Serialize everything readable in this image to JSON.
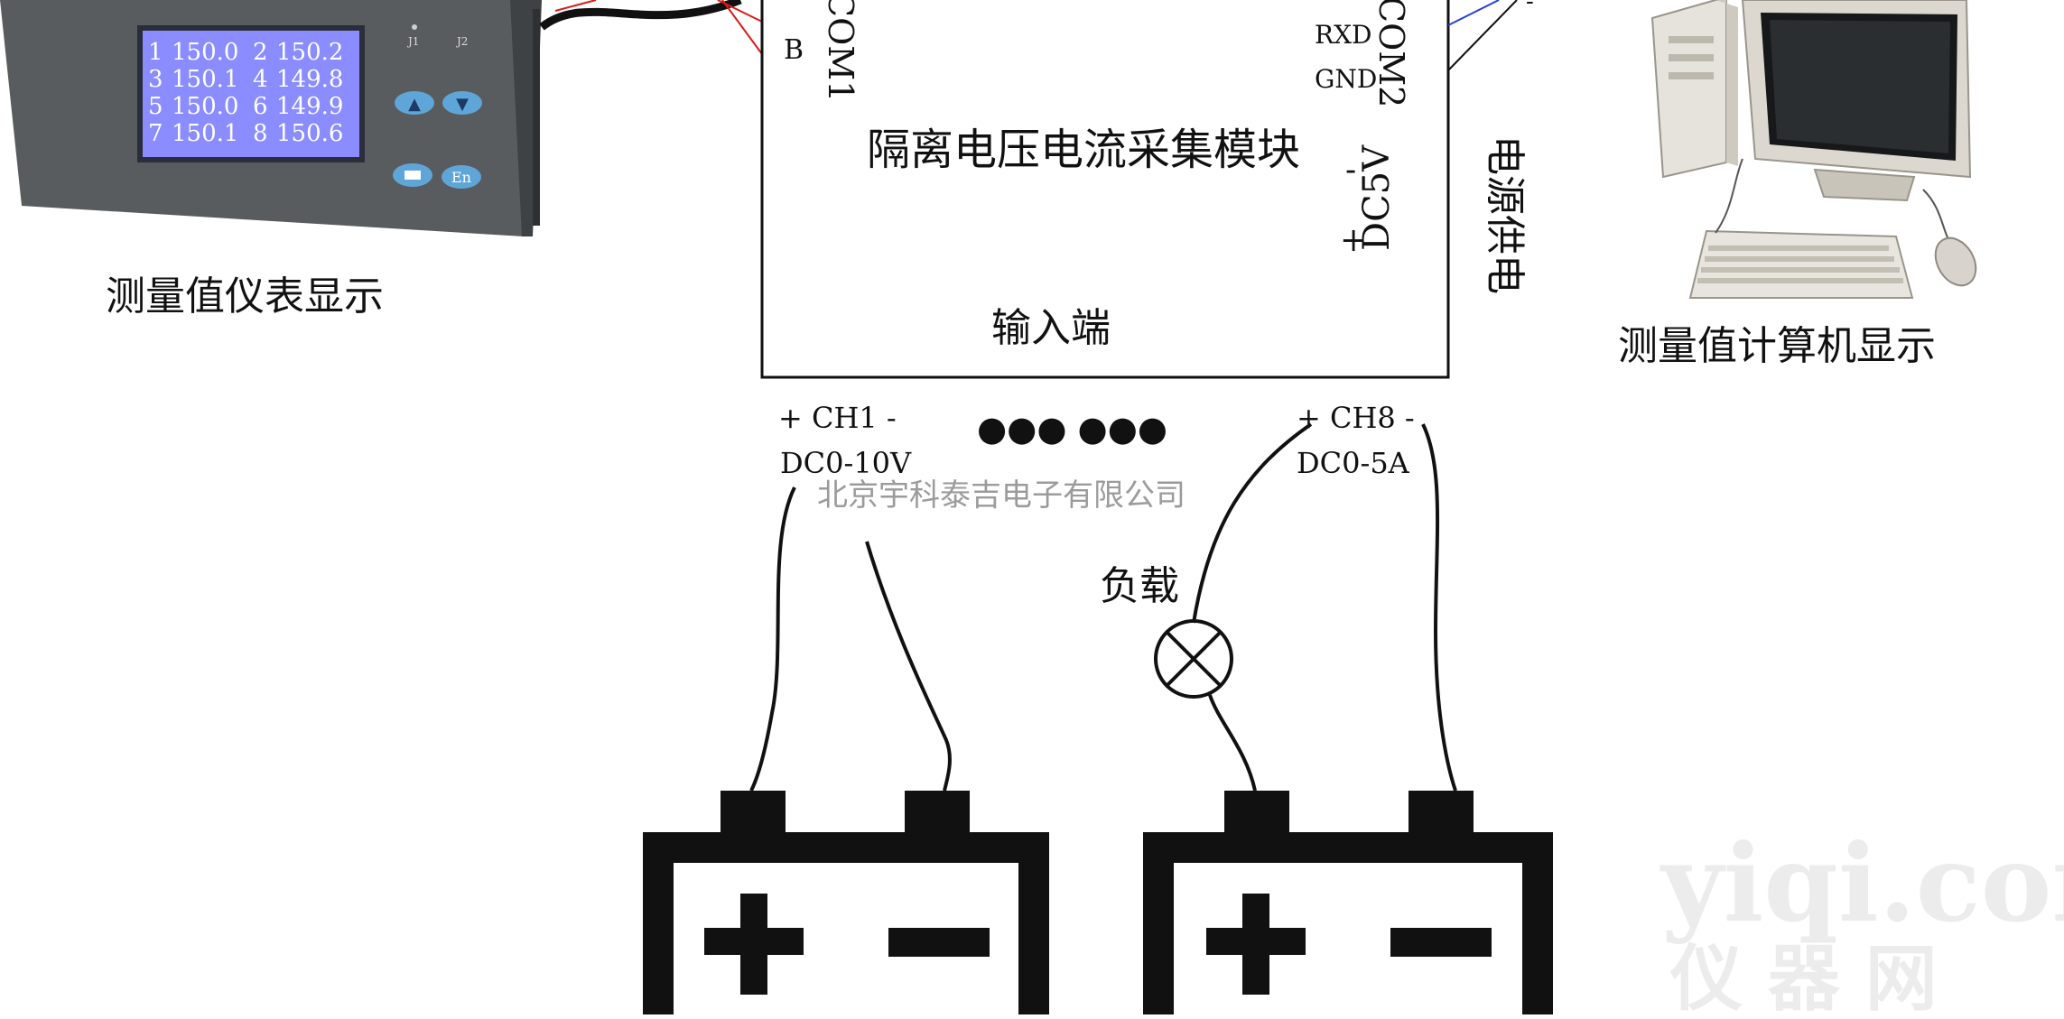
{
  "meter": {
    "caption": "测量值仪表显示",
    "keys": [
      "J1",
      "J2"
    ],
    "buttons": {
      "up": "▲",
      "down": "▼",
      "menu": "",
      "enter": "En"
    },
    "readings": [
      {
        "ch": "1",
        "value": "150.0"
      },
      {
        "ch": "2",
        "value": "150.2"
      },
      {
        "ch": "3",
        "value": "150.1"
      },
      {
        "ch": "4",
        "value": "149.8"
      },
      {
        "ch": "5",
        "value": "150.0"
      },
      {
        "ch": "6",
        "value": "149.9"
      },
      {
        "ch": "7",
        "value": "150.1"
      },
      {
        "ch": "8",
        "value": "150.6"
      }
    ]
  },
  "module": {
    "title": "隔离电压电流采集模块",
    "com1": "COM1",
    "com1_pin": "B",
    "com2": "COM2",
    "rxd": "RXD",
    "gnd": "GND",
    "dc5v": "DC5V",
    "minus": "-",
    "plus": "+",
    "input_label": "输入端",
    "power_label": "电源供电"
  },
  "computer": {
    "caption": "测量值计算机显示",
    "top_mark": "-"
  },
  "channels": {
    "ch1": {
      "label": "+ CH1 -",
      "range": "DC0-10V"
    },
    "ch8": {
      "label": "+ CH8 -",
      "range": "DC0-5A"
    },
    "ellipsis": "●●●  ●●●"
  },
  "load_label": "负载",
  "watermark": "北京宇科泰吉电子有限公司",
  "site_watermark": {
    "line1": "yiqi.com",
    "line2": "仪 器 网"
  },
  "batteries": [
    {
      "plus": "+",
      "minus": "-"
    },
    {
      "plus": "+",
      "minus": "-"
    }
  ]
}
